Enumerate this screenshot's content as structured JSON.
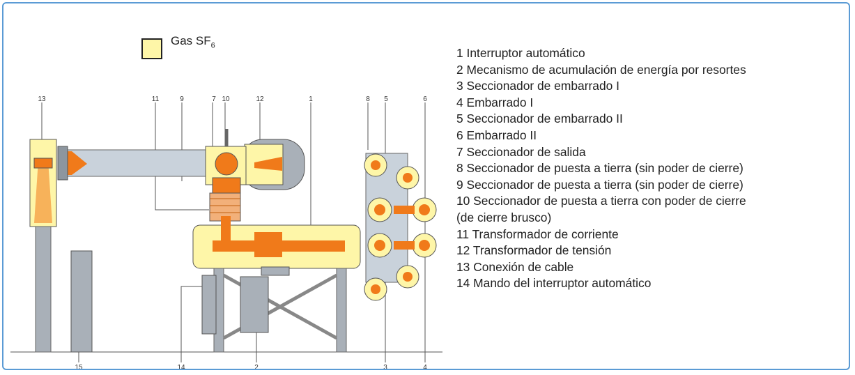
{
  "legend": {
    "label": "Gas SF",
    "label_sub": "6",
    "swatch_color": "#fef6a8"
  },
  "parts": [
    "1 Interruptor automático",
    "2 Mecanismo de acumulación de energía por resortes",
    "3 Seccionador de embarrado I",
    "4 Embarrado I",
    "5 Seccionador de embarrado II",
    "6 Embarrado II",
    "7 Seccionador de salida",
    "8 Seccionador de puesta a tierra (sin poder de cierre)",
    "9 Seccionador de puesta a tierra (sin poder de cierre)",
    "10 Seccionador de puesta a tierra con poder de cierre",
    "(de cierre brusco)",
    "11 Transformador de corriente",
    "12 Transformador de tensión",
    "13 Conexión de cable",
    "14 Mando del interruptor automático"
  ],
  "callouts": {
    "top": [
      "13",
      "11",
      "9",
      "7",
      "10",
      "12",
      "1",
      "8",
      "5",
      "6"
    ],
    "bottom": [
      "15",
      "14",
      "2",
      "3",
      "4"
    ]
  },
  "colors": {
    "gas": "#fef6a8",
    "conductor": "#f07a1a",
    "steel": "#a9b0b8",
    "frame": "#5b9bd5"
  }
}
